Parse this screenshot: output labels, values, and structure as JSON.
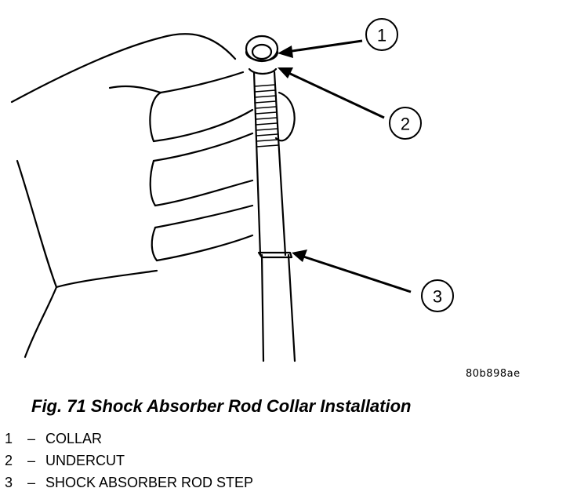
{
  "figure": {
    "image_code": "80b898ae",
    "title": "Fig. 71 Shock Absorber Rod Collar Installation"
  },
  "callouts": [
    {
      "number": "1",
      "label": "COLLAR"
    },
    {
      "number": "2",
      "label": "UNDERCUT"
    },
    {
      "number": "3",
      "label": "SHOCK ABSORBER ROD STEP"
    }
  ],
  "legend_separator": "–",
  "colors": {
    "ink": "#000000",
    "paper": "#ffffff"
  }
}
